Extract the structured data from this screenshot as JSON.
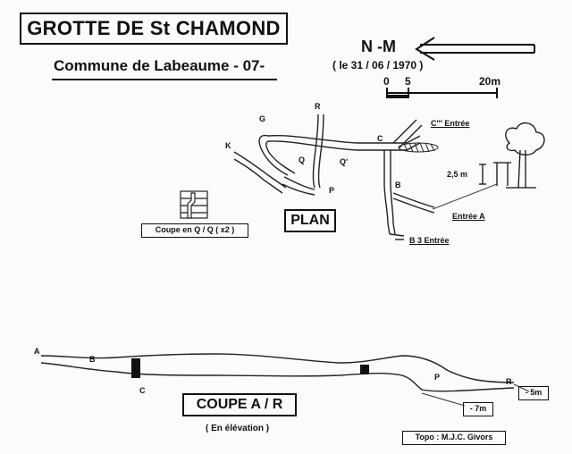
{
  "title": "GROTTE  DE  St CHAMOND",
  "commune": "Commune  de  Labeaume - 07-",
  "date": "( le 31 / 06 / 1970 )",
  "north": "N -M",
  "scale": {
    "zero": "0",
    "five": "5",
    "twenty": "20m"
  },
  "plan": {
    "title": "PLAN",
    "section_box": "Coupe en Q / Q ( x2 )",
    "labels": {
      "k": "K",
      "g": "G",
      "r": "R",
      "q": "Q",
      "q_prime": "Q'",
      "p": "P",
      "c": "C",
      "b": "B",
      "c3_entry": "C''' Entrée",
      "a_entry": "Entrée A",
      "b3_entry": "B 3  Entrée",
      "height": "2,5 m"
    }
  },
  "coupe": {
    "title": "COUPE   A / R",
    "subtitle": "( En élévation )",
    "labels": {
      "a": "A",
      "b": "B",
      "c": "C",
      "p": "P",
      "r": "R",
      "minus5": "- 5m",
      "minus7": "- 7m"
    }
  },
  "credit": "Topo :  M.J.C. Givors"
}
